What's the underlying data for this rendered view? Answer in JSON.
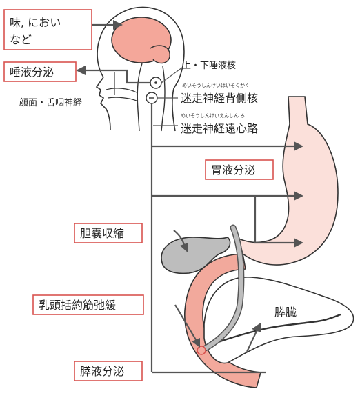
{
  "labels": {
    "taste_smell": [
      "味, にお",
      "い",
      "など"
    ],
    "salivation": "唾液分泌",
    "facial_nerve": "顔面・舌咽神経",
    "salivary_nuclei": "上・下唾液核",
    "dorsal_nucleus": "迷走神経背側核",
    "dorsal_nucleus_ruby": "めいそうしんけいはいそくかく",
    "vagus_efferent": "迷走神経遠心路",
    "vagus_efferent_ruby": "めいそうしんけいえんしん ろ",
    "gastric_secretion": "胃液分泌",
    "gallbladder": "胆嚢収縮",
    "sphincter": "乳頭括約筋弛緩",
    "pancreas": "膵臓",
    "pancreatic_secretion": "膵液分泌"
  },
  "colors": {
    "label_border": "#d9534f",
    "brain_fill": "#f4a79a",
    "organ_fill": "#fbe0da",
    "duodenum_fill": "#f2a99c",
    "gallbladder_fill": "#bdbdbd",
    "pathway": "#555555"
  }
}
